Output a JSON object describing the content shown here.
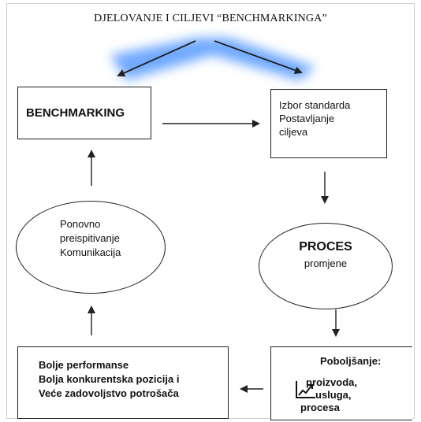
{
  "title": "DJELOVANJE I CILJEVI “BENCHMARKINGA”",
  "nodes": {
    "benchmarking": "BENCHMARKING",
    "izbor": [
      "Izbor standarda",
      "Postavljanje",
      "ciljeva"
    ],
    "proces": {
      "title": "PROCES",
      "subtitle": "promjene"
    },
    "poboljsanje": {
      "heading": "Poboljšanje:",
      "items": [
        "proizvoda,",
        "usluga,",
        "procesa"
      ]
    },
    "performanse": [
      "Bolje performanse",
      "Bolja konkurentska pozicija i",
      "Veće zadovoljstvo potrošača"
    ],
    "preispitivanje": [
      "Ponovno",
      "preispitivanje",
      "Komunikacija"
    ]
  },
  "icons": {
    "trend": "chart-trend-icon"
  },
  "colors": {
    "glow": "#3f8cff",
    "line": "#222222"
  }
}
